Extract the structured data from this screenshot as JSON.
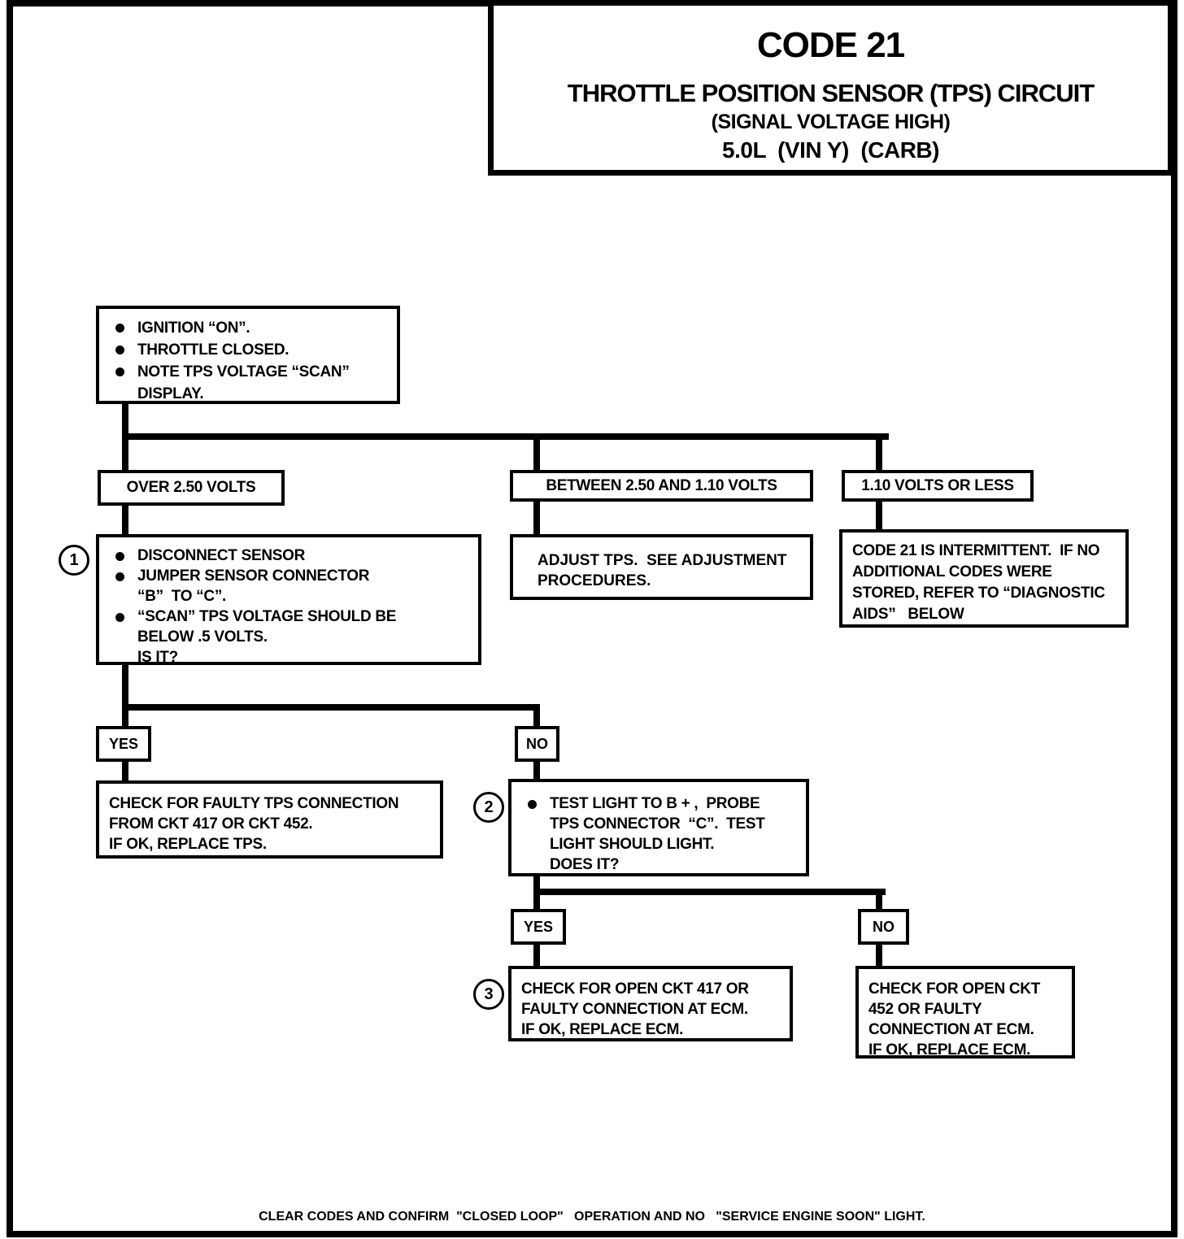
{
  "colors": {
    "ink": "#000000",
    "paper": "#ffffff"
  },
  "title": {
    "code": "CODE 21",
    "line1": "THROTTLE POSITION SENSOR (TPS) CIRCUIT",
    "line2": "(SIGNAL VOLTAGE HIGH)",
    "line3": "5.0L  (VIN Y)  (CARB)"
  },
  "nodes": {
    "start": {
      "items": [
        "IGNITION “ON”.",
        "THROTTLE CLOSED.",
        "NOTE TPS VOLTAGE “SCAN”",
        "DISPLAY."
      ]
    },
    "branch_over": {
      "label": "OVER 2.50 VOLTS"
    },
    "branch_between": {
      "label": "BETWEEN 2.50 AND 1.10 VOLTS"
    },
    "branch_less": {
      "label": "1.10 VOLTS OR LESS"
    },
    "step1": {
      "number": "1",
      "lines": [
        "DISCONNECT SENSOR",
        "JUMPER SENSOR CONNECTOR",
        "“B”  TO “C”.",
        "“SCAN” TPS VOLTAGE SHOULD BE",
        "BELOW .5 VOLTS.",
        "IS IT?"
      ]
    },
    "adjust": {
      "lines": [
        "ADJUST TPS.  SEE ADJUSTMENT",
        "PROCEDURES."
      ]
    },
    "intermittent": {
      "lines": [
        "CODE 21 IS INTERMITTENT.  IF NO",
        "ADDITIONAL CODES WERE",
        "STORED, REFER TO “DIAGNOSTIC",
        "AIDS”   BELOW"
      ]
    },
    "yes1": {
      "label": "YES"
    },
    "no1": {
      "label": "NO"
    },
    "check_tps": {
      "lines": [
        "CHECK FOR FAULTY TPS CONNECTION",
        "FROM CKT 417 OR CKT 452.",
        "IF OK, REPLACE TPS."
      ]
    },
    "step2": {
      "number": "2",
      "lines": [
        "TEST LIGHT TO B + ,  PROBE",
        "TPS CONNECTOR  “C”.  TEST",
        "LIGHT SHOULD LIGHT.",
        "DOES IT?"
      ]
    },
    "yes2": {
      "label": "YES"
    },
    "no2": {
      "label": "NO"
    },
    "check_ckt417": {
      "number": "3",
      "lines": [
        "CHECK FOR OPEN CKT 417 OR",
        "FAULTY CONNECTION AT ECM.",
        "IF OK, REPLACE ECM."
      ]
    },
    "check_ckt452": {
      "lines": [
        "CHECK FOR OPEN CKT",
        "452 OR FAULTY",
        "CONNECTION AT ECM.",
        "IF OK, REPLACE ECM."
      ]
    }
  },
  "footer": "CLEAR CODES AND CONFIRM  \"CLOSED LOOP\"   OPERATION AND NO   \"SERVICE ENGINE SOON\" LIGHT."
}
